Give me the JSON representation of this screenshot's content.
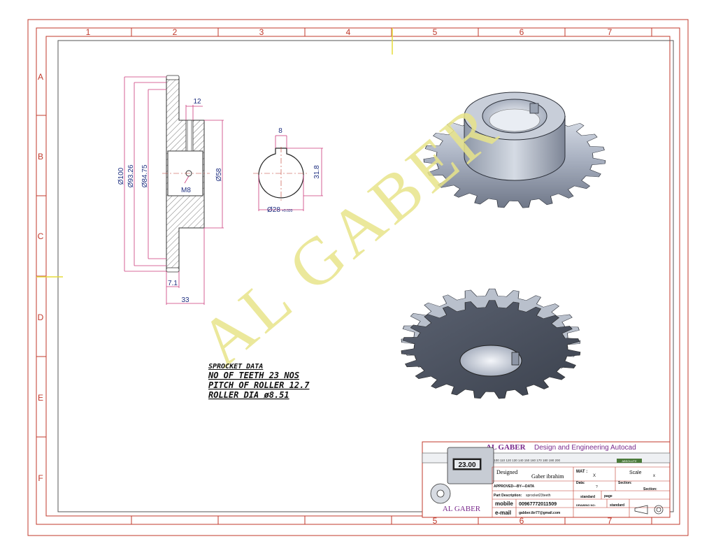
{
  "zones": {
    "columns": [
      "1",
      "2",
      "3",
      "4",
      "5",
      "6",
      "7"
    ],
    "rows": [
      "A",
      "B",
      "C",
      "D",
      "E",
      "F"
    ],
    "bottom_columns": [
      "5",
      "6",
      "7"
    ]
  },
  "section_view": {
    "dims": {
      "d100": "Ø100",
      "d93": "Ø93.26",
      "d84": "Ø84.75",
      "d58": "Ø58",
      "w12": "12",
      "m8": "M8",
      "w7": "7.1",
      "w33": "33"
    }
  },
  "bore_view": {
    "key_width": "8",
    "key_depth": "31.8",
    "bore": "Ø28",
    "bore_tol": "+0.020"
  },
  "notes": {
    "title": "SPROCKET DATA",
    "line1": "NO OF TEETH 23 NOS",
    "line2": "PITCH OF ROLLER 12.7",
    "line3": "ROLLER DIA ø8.51"
  },
  "watermark": "AL GABER",
  "title_block": {
    "header_brand": "AL GABER",
    "header_rest": " Design and Engineering Autocad",
    "caliper_reading": "23.00",
    "caliper_scale": "10 100 110 120 130 140 150 160 170 180 190 200",
    "caliper_brand": "ABSOLUTE",
    "designed_label": "Designed",
    "designer": "Gaber ibrahim",
    "mat_label": "MAT :",
    "mat_value": "X",
    "scale_label": "Scale",
    "scale_value": "x",
    "approved": "APPROVED—BY—DATA",
    "data_label": "Data:",
    "data_value": "?",
    "section_label": "Section:",
    "section_label2": "Section:",
    "part_label": "Part Description:",
    "part_value": "sprocket23teeth",
    "standard1": "standard",
    "page": "page",
    "mobile_label": "mobile",
    "mobile_value": "00967772011509",
    "drawing_no": "DRAWING NO:",
    "standard2": "standard",
    "email_label": "e-mail",
    "email_value": "gabber.ibr77@gmail.com",
    "logo_text": "AL GABER"
  },
  "colors": {
    "frame": "#c0392b",
    "dimension": "#1e2f80",
    "watermark": "#e8e48a",
    "metal": "#9aa3b2"
  }
}
